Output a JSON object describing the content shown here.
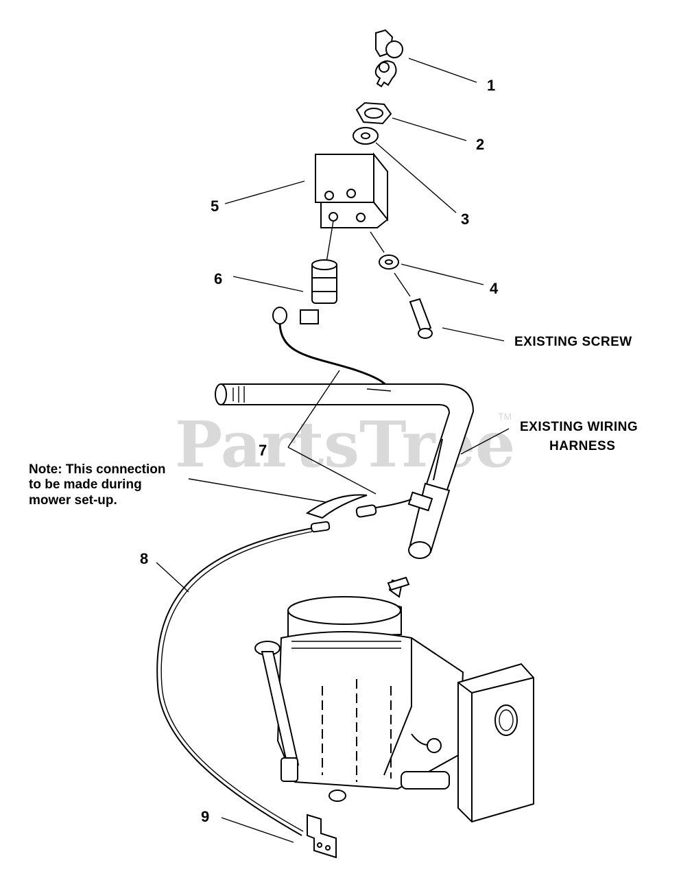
{
  "watermark": {
    "text": "PartsTree",
    "trademark": "TM"
  },
  "callouts": [
    "1",
    "2",
    "3",
    "4",
    "5",
    "6",
    "7",
    "8",
    "9"
  ],
  "labels": {
    "existing_screw": "EXISTING SCREW",
    "existing_wiring_line1": "EXISTING WIRING",
    "existing_wiring_line2": "HARNESS"
  },
  "note": {
    "line1": "Note: This connection",
    "line2": "to be made during",
    "line3": "mower set-up."
  }
}
